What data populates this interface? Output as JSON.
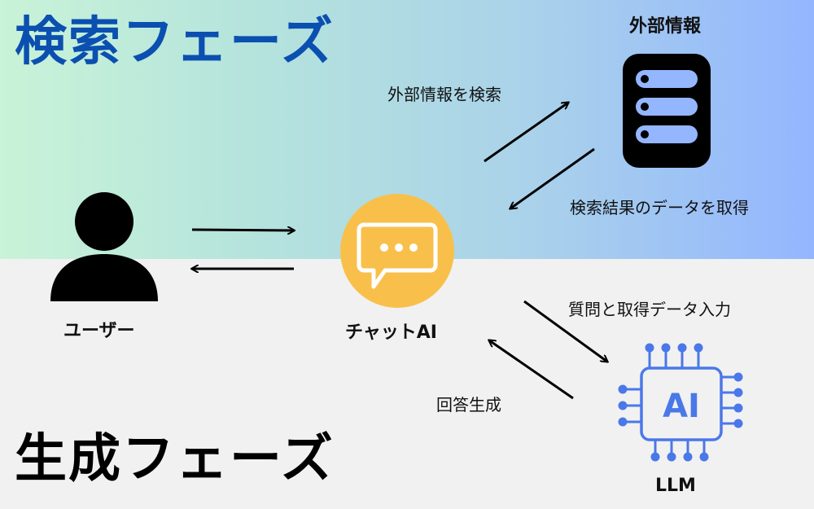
{
  "phases": {
    "search": "検索フェーズ",
    "generation": "生成フェーズ"
  },
  "nodes": {
    "user": "ユーザー",
    "chat_ai": "チャットAI",
    "external_info": "外部情報",
    "llm": "LLM",
    "ai_chip_text": "AI"
  },
  "edges": {
    "search_external": "外部情報を検索",
    "get_results": "検索結果のデータを取得",
    "input_question": "質問と取得データ入力",
    "generate_answer": "回答生成"
  },
  "colors": {
    "search_title": "#0b4fb0",
    "chat_bubble_bg": "#f8c04b",
    "ai_chip": "#4a78e8"
  },
  "icons": {
    "user": "user-icon",
    "chat": "chat-bubble-icon",
    "database": "database-icon",
    "ai_chip": "ai-chip-icon"
  }
}
